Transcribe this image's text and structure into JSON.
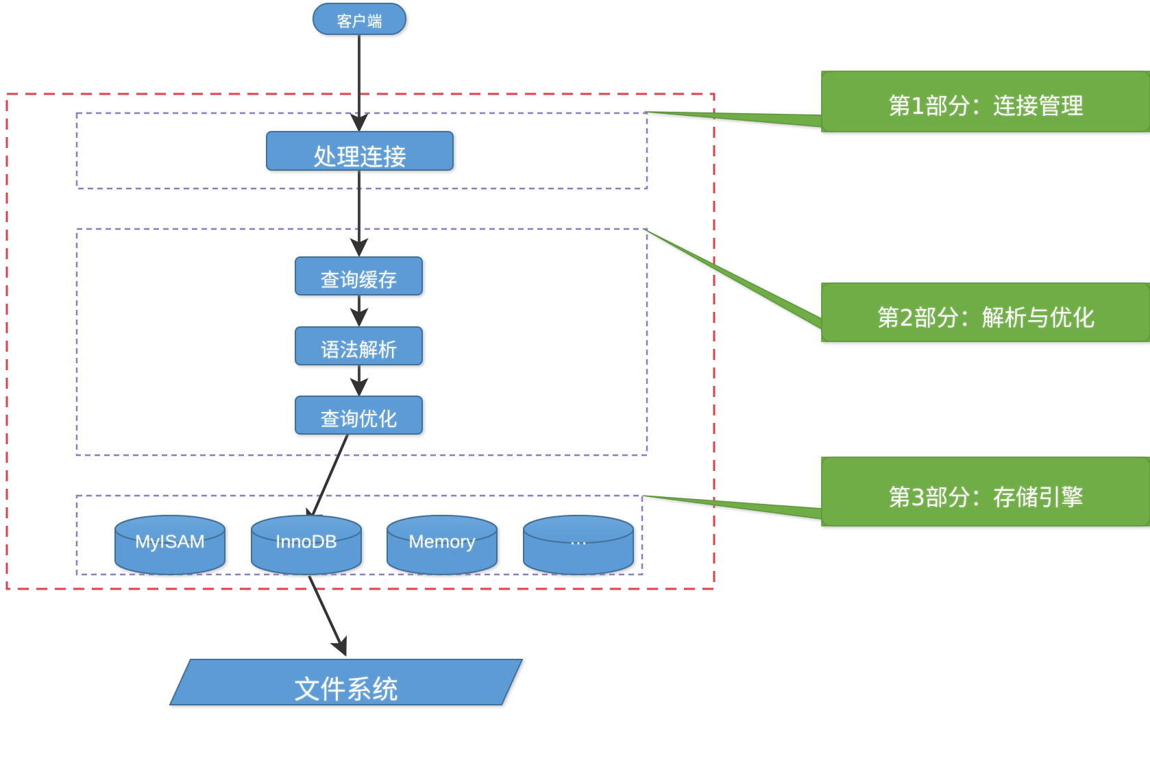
{
  "diagram": {
    "title_nodes": {
      "client": "客户端",
      "handle_connection": "处理连接",
      "query_cache": "查询缓存",
      "syntax_parse": "语法解析",
      "query_optimize": "查询优化",
      "file_system": "文件系统"
    },
    "storage_engines": [
      {
        "label": "MyISAM"
      },
      {
        "label": "InnoDB"
      },
      {
        "label": "Memory"
      },
      {
        "label": "…"
      }
    ],
    "callouts": [
      {
        "label": "第1部分：连接管理"
      },
      {
        "label": "第2部分：解析与优化"
      },
      {
        "label": "第3部分：存储引擎"
      }
    ],
    "colors": {
      "node_fill": "#5b9bd5",
      "node_stroke": "#41719c",
      "callout_fill": "#70ad47",
      "callout_stroke": "#507e32",
      "outer_dashed": "#e0404a",
      "inner_dashed": "#8e7cc3",
      "arrow": "#404040",
      "text": "#ffffff",
      "background": "#ffffff"
    }
  }
}
